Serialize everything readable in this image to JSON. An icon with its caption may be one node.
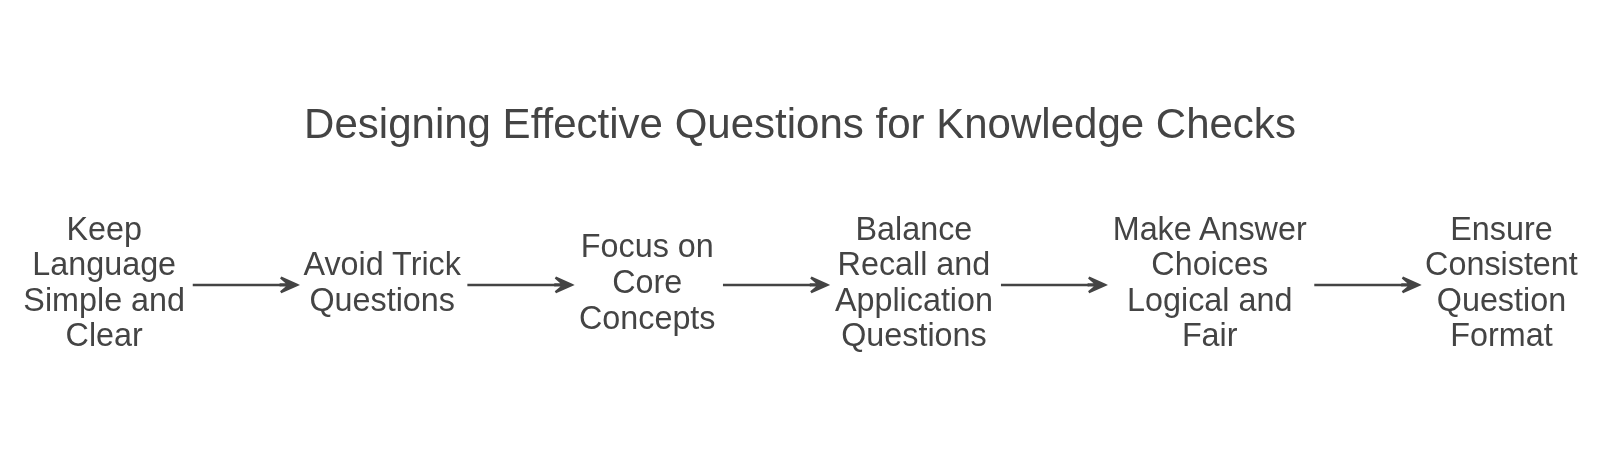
{
  "diagram": {
    "title": "Designing Effective Questions for Knowledge Checks",
    "nodes": [
      {
        "text": [
          "Keep Language Simple and Clear"
        ]
      },
      {
        "text": [
          "Avoid Trick Questions"
        ]
      },
      {
        "text": [
          "Focus on Core Concepts"
        ]
      },
      {
        "text": [
          "Balance Recall and Application Questions"
        ]
      },
      {
        "text": [
          "Make Answer Choices Logical and Fair"
        ]
      },
      {
        "text": [
          "Ensure Consistent Question Format"
        ]
      }
    ],
    "edges": [
      {
        "from": 0,
        "to": 1,
        "arrow": "to"
      },
      {
        "from": 1,
        "to": 2,
        "arrow": "to"
      },
      {
        "from": 2,
        "to": 3,
        "arrow": "to"
      },
      {
        "from": 3,
        "to": 4,
        "arrow": "to"
      },
      {
        "from": 4,
        "to": 5,
        "arrow": "to"
      }
    ]
  }
}
